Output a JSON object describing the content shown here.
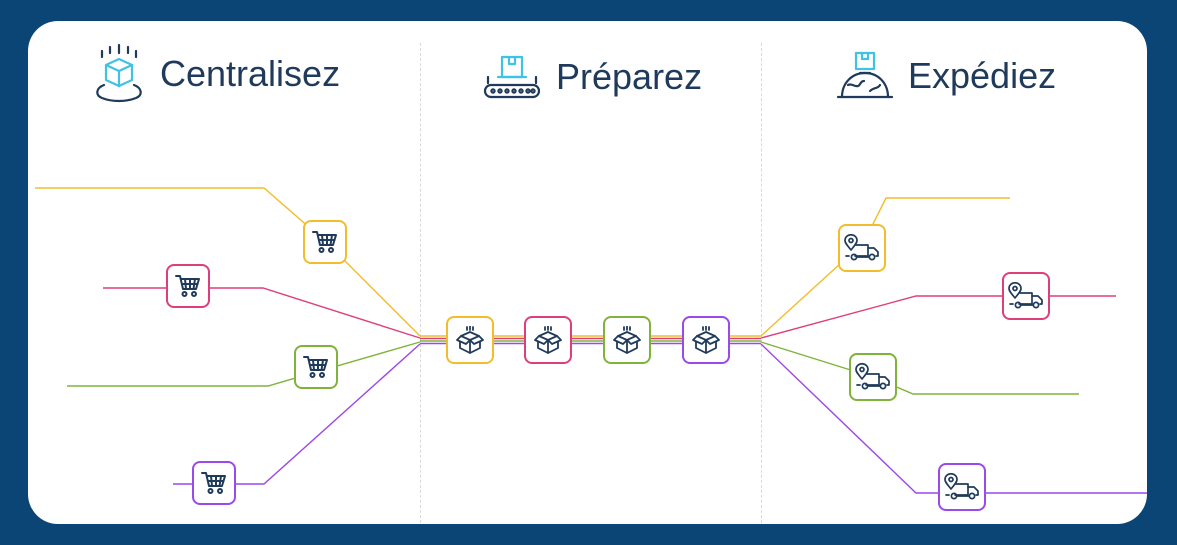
{
  "headings": {
    "centralize": {
      "label": "Centralisez",
      "icon": "box-scanner-icon"
    },
    "prepare": {
      "label": "Préparez",
      "icon": "conveyor-box-icon"
    },
    "ship": {
      "label": "Expédiez",
      "icon": "globe-box-icon"
    }
  },
  "colors": {
    "background": "#0b4575",
    "card": "#ffffff",
    "text": "#1f3a5a",
    "icon_dark": "#1f3a5a",
    "accent_cyan": "#3fc2e4",
    "yellow": "#f1bd2c",
    "pink": "#dd3f7b",
    "green": "#7fb33b",
    "purple": "#9b49e8"
  },
  "flows": [
    {
      "color_name": "yellow",
      "order_icon": "shopping-cart-icon",
      "prepare_icon": "open-box-icon",
      "ship_icon": "delivery-truck-icon"
    },
    {
      "color_name": "pink",
      "order_icon": "shopping-cart-icon",
      "prepare_icon": "open-box-icon",
      "ship_icon": "delivery-truck-icon"
    },
    {
      "color_name": "green",
      "order_icon": "shopping-cart-icon",
      "prepare_icon": "open-box-icon",
      "ship_icon": "delivery-truck-icon"
    },
    {
      "color_name": "purple",
      "order_icon": "shopping-cart-icon",
      "prepare_icon": "open-box-icon",
      "ship_icon": "delivery-truck-icon"
    }
  ]
}
